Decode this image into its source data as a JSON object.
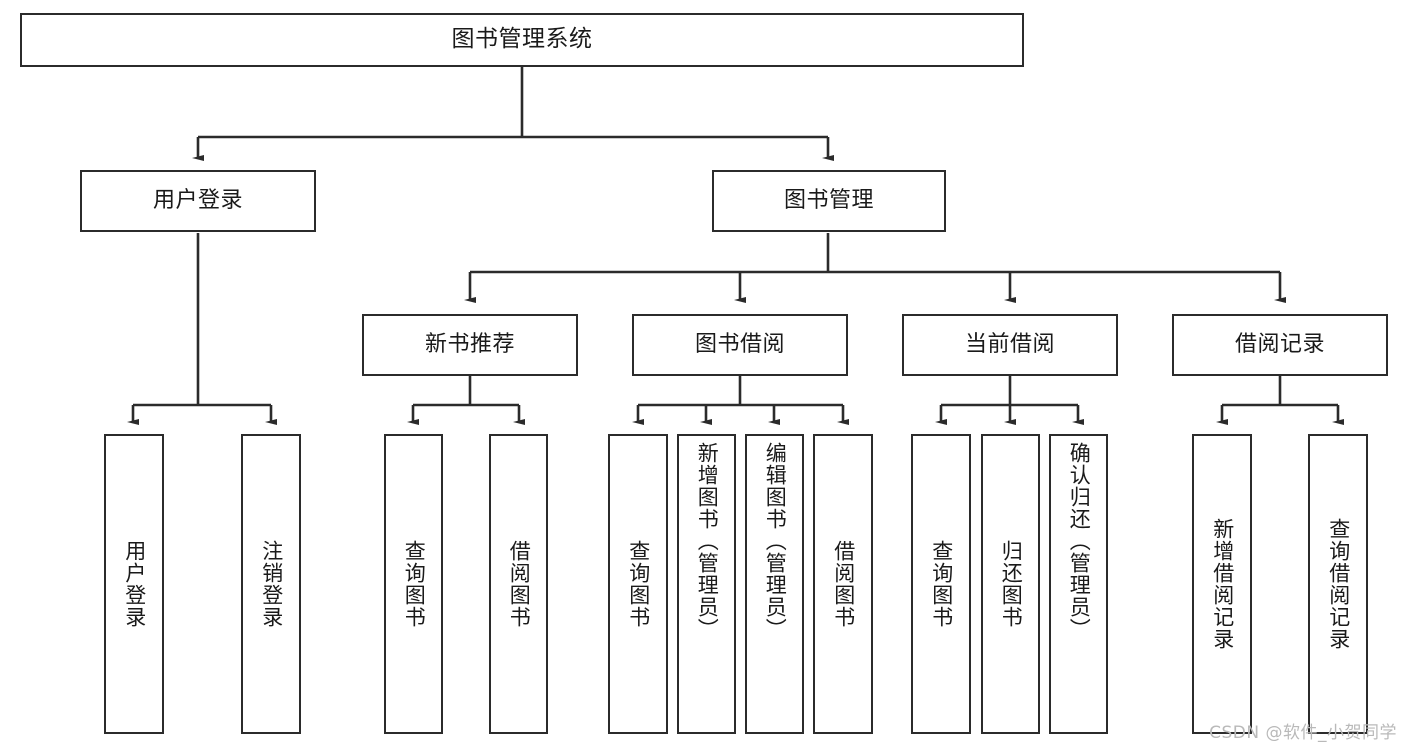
{
  "diagram": {
    "title": "图书管理系统",
    "type": "tree-hierarchy-chart",
    "watermark": "CSDN @软件_小贺同学",
    "colors": {
      "stroke": "#2b2b2b",
      "fill": "#ffffff",
      "text": "#1a1a1a",
      "watermark": "#b9b9b9"
    },
    "levels": {
      "root": {
        "label": "图书管理系统"
      },
      "level2": [
        {
          "label": "用户登录"
        },
        {
          "label": "图书管理"
        }
      ],
      "level3": [
        {
          "label": "新书推荐"
        },
        {
          "label": "图书借阅"
        },
        {
          "label": "当前借阅"
        },
        {
          "label": "借阅记录"
        }
      ],
      "leaves": {
        "user_login": [
          {
            "label": "用户登录"
          },
          {
            "label": "注销登录"
          }
        ],
        "new_book_recommend": [
          {
            "label": "查询图书"
          },
          {
            "label": "借阅图书"
          }
        ],
        "book_borrow": [
          {
            "label": "查询图书"
          },
          {
            "label": "新增图书（管理员）"
          },
          {
            "label": "编辑图书（管理员）"
          },
          {
            "label": "借阅图书"
          }
        ],
        "current_borrow": [
          {
            "label": "查询图书"
          },
          {
            "label": "归还图书"
          },
          {
            "label": "确认归还（管理员）"
          }
        ],
        "borrow_record": [
          {
            "label": "新增借阅记录"
          },
          {
            "label": "查询借阅记录"
          }
        ]
      }
    }
  }
}
